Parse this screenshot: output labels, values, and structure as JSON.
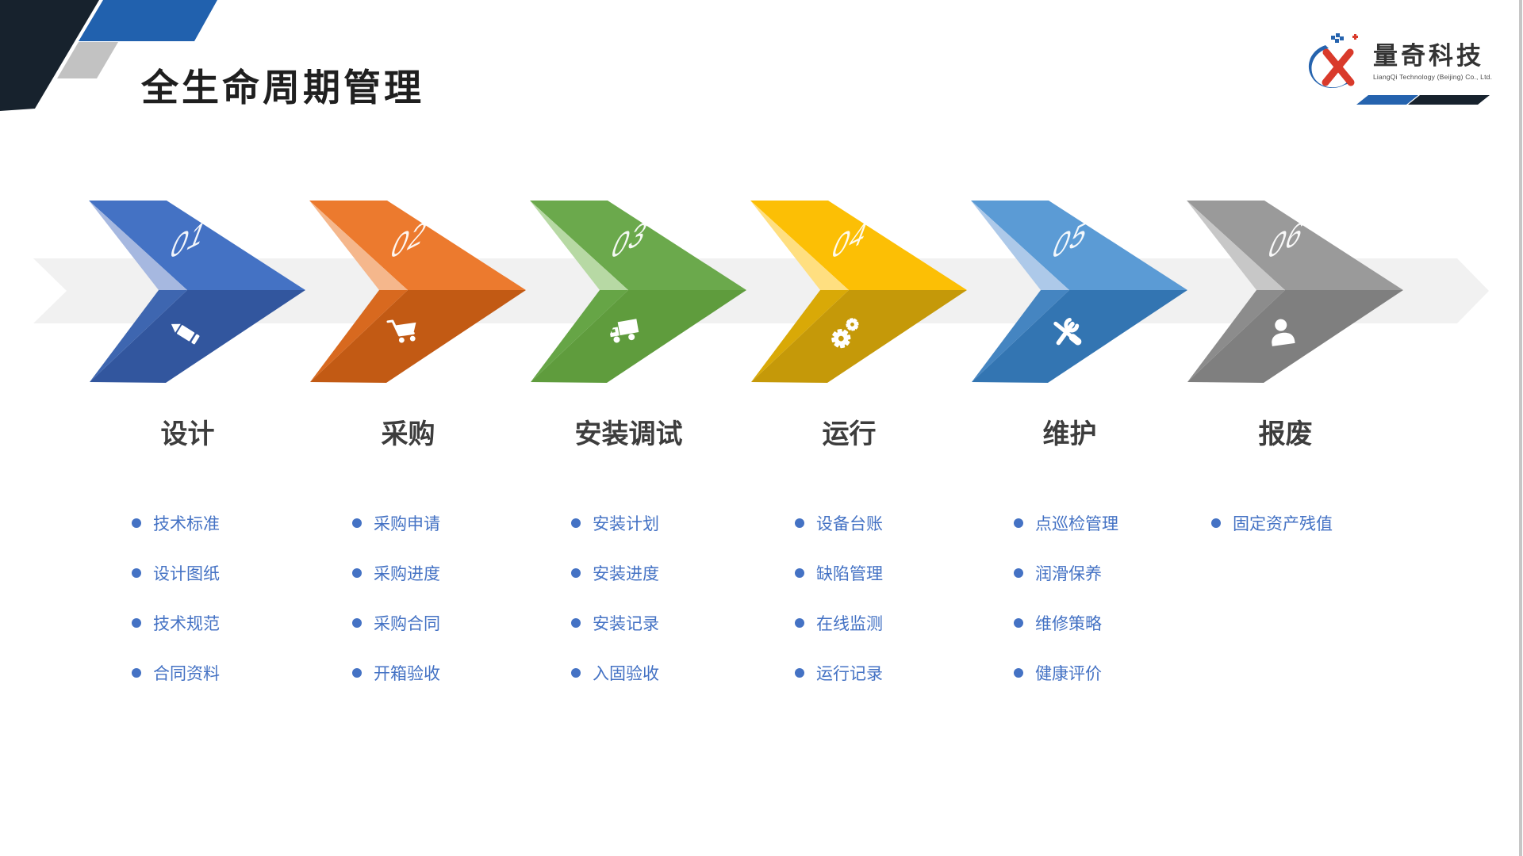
{
  "slide": {
    "title": "全生命周期管理"
  },
  "logo": {
    "name": "量奇科技",
    "subtitle": "LiangQi Technology (Beijing) Co., Ltd.",
    "blue": "#2563AE",
    "red": "#D93A2B"
  },
  "colors": {
    "band": "#F1F1F1",
    "bullet": "#4472C4",
    "item_text": "#4472C4",
    "label_text": "#3D3D3D",
    "title_text": "#1F1F1F",
    "decor_navy": "#17222D",
    "decor_blue": "#2161AE",
    "decor_gray": "#C2C2C2"
  },
  "stages": [
    {
      "num": "01",
      "label": "设计",
      "icon": "pencil-icon",
      "colors": {
        "top": "#4472C4",
        "dark": "#32569E",
        "light": "#A6B8E0",
        "mid": "#3E66B0"
      },
      "items": [
        "技术标准",
        "设计图纸",
        "技术规范",
        "合同资料"
      ]
    },
    {
      "num": "02",
      "label": "采购",
      "icon": "cart-icon",
      "colors": {
        "top": "#EC7A2E",
        "dark": "#C25A14",
        "light": "#F5B78C",
        "mid": "#D8691F"
      },
      "items": [
        "采购申请",
        "采购进度",
        "采购合同",
        "开箱验收"
      ]
    },
    {
      "num": "03",
      "label": "安装调试",
      "icon": "truck-icon",
      "colors": {
        "top": "#6BA94C",
        "dark": "#5F9C3D",
        "light": "#B7D9A4",
        "mid": "#66A546"
      },
      "items": [
        "安装计划",
        "安装进度",
        "安装记录",
        "入固验收"
      ]
    },
    {
      "num": "04",
      "label": "运行",
      "icon": "gears-icon",
      "colors": {
        "top": "#FCBF05",
        "dark": "#C59909",
        "light": "#FFDF80",
        "mid": "#D9A907"
      },
      "items": [
        "设备台账",
        "缺陷管理",
        "在线监测",
        "运行记录"
      ]
    },
    {
      "num": "05",
      "label": "维护",
      "icon": "tools-icon",
      "colors": {
        "top": "#5B9BD5",
        "dark": "#3375B2",
        "light": "#ADC9E9",
        "mid": "#4585C1"
      },
      "items": [
        "点巡检管理",
        "润滑保养",
        "维修策略",
        "健康评价"
      ]
    },
    {
      "num": "06",
      "label": "报废",
      "icon": "person-icon",
      "colors": {
        "top": "#9A9A9A",
        "dark": "#7F7F7F",
        "light": "#C7C7C7",
        "mid": "#8C8C8C"
      },
      "items": [
        "固定资产残值"
      ]
    }
  ]
}
